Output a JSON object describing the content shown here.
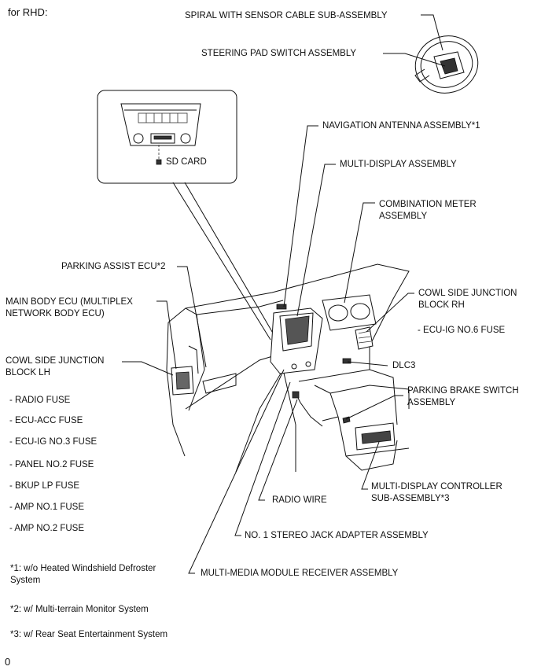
{
  "header": {
    "title": "for RHD:"
  },
  "labels": {
    "spiral_cable": "SPIRAL WITH SENSOR CABLE SUB-ASSEMBLY",
    "steering_pad_switch": "STEERING PAD SWITCH ASSEMBLY",
    "sd_card": "SD CARD",
    "navigation_antenna": "NAVIGATION ANTENNA ASSEMBLY*1",
    "multi_display": "MULTI-DISPLAY ASSEMBLY",
    "combination_meter": "COMBINATION METER\nASSEMBLY",
    "parking_assist_ecu": "PARKING ASSIST ECU*2",
    "main_body_ecu": "MAIN BODY ECU (MULTIPLEX\nNETWORK BODY ECU)",
    "cowl_side_rh": "COWL SIDE JUNCTION\nBLOCK RH",
    "ecu_ig_no6_fuse": "- ECU-IG NO.6 FUSE",
    "cowl_side_lh": "COWL SIDE JUNCTION\nBLOCK LH",
    "dlc3": "DLC3",
    "parking_brake_switch": "PARKING BRAKE SWITCH\nASSEMBLY",
    "multi_display_controller": "MULTI-DISPLAY CONTROLLER\nSUB-ASSEMBLY*3",
    "radio_wire": "RADIO WIRE",
    "stereo_jack_adapter": "NO. 1 STEREO JACK ADAPTER ASSEMBLY",
    "multi_media_receiver": "MULTI-MEDIA MODULE RECEIVER ASSEMBLY"
  },
  "lh_fuses": [
    "- RADIO FUSE",
    "- ECU-ACC FUSE",
    "- ECU-IG NO.3 FUSE",
    "- PANEL NO.2 FUSE",
    "- BKUP LP FUSE",
    "- AMP NO.1 FUSE",
    "- AMP NO.2 FUSE"
  ],
  "footnotes": [
    "*1: w/o Heated Windshield Defroster\nSystem",
    "*2: w/ Multi-terrain Monitor System",
    "*3: w/ Rear Seat Entertainment System"
  ],
  "footer": {
    "code": "0"
  }
}
